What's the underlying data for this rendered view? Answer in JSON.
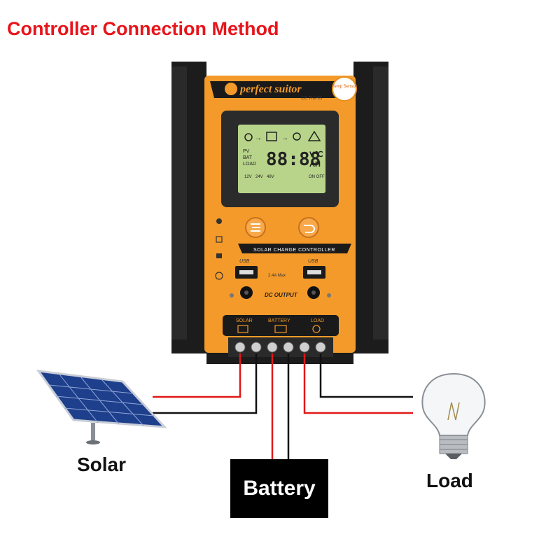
{
  "title": "Controller Connection Method",
  "brand": "perfect suitor",
  "certifications": "CE RoHS",
  "temp_sensor_label": "Temp Sensor",
  "lcd": {
    "rows": [
      "PV",
      "BAT",
      "LOAD"
    ],
    "digits": "88:88",
    "unit_top": "V℃",
    "unit_bottom": "AH",
    "voltages": [
      "12V",
      "24V",
      "48V"
    ],
    "on_off": "ON OFF"
  },
  "panel_label": "SOLAR CHARGE CONTROLLER",
  "usb_label": "USB",
  "usb_rating": "2.4A Max",
  "dc_output": "DC OUTPUT",
  "terminals": {
    "solar": "SOLAR",
    "battery": "BATTERY",
    "load": "LOAD"
  },
  "labels": {
    "solar": "Solar",
    "battery": "Battery",
    "load": "Load"
  },
  "colors": {
    "title": "#e8141b",
    "housing": "#1c1c1c",
    "panel": "#f39a2a",
    "lcd": "#b8d48a",
    "wire_red": "#e01818",
    "wire_black": "#111111"
  }
}
